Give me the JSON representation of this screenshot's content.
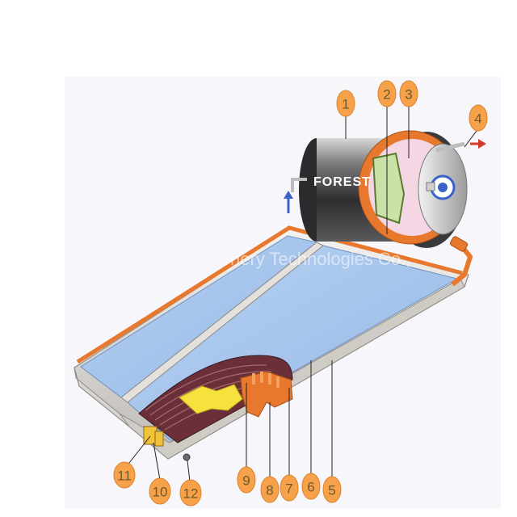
{
  "diagram": {
    "brand_text": "FOREST",
    "watermark_text": "nery Technologies Co.,",
    "callouts": [
      "1",
      "2",
      "3",
      "4",
      "5",
      "6",
      "7",
      "8",
      "9",
      "10",
      "11",
      "12"
    ],
    "colors": {
      "callout_fill": "#f7a24a",
      "callout_stroke": "#d9822b",
      "insulation": "#e8782e",
      "glass": "#a9c8ee",
      "frame": "#e9e6e1",
      "tank_body": "#3b3b3d",
      "absorber_dark": "#5a2630",
      "absorber_yellow": "#f5e23c",
      "arrow_blue": "#3a63c8",
      "arrow_red": "#d23a2a"
    }
  }
}
